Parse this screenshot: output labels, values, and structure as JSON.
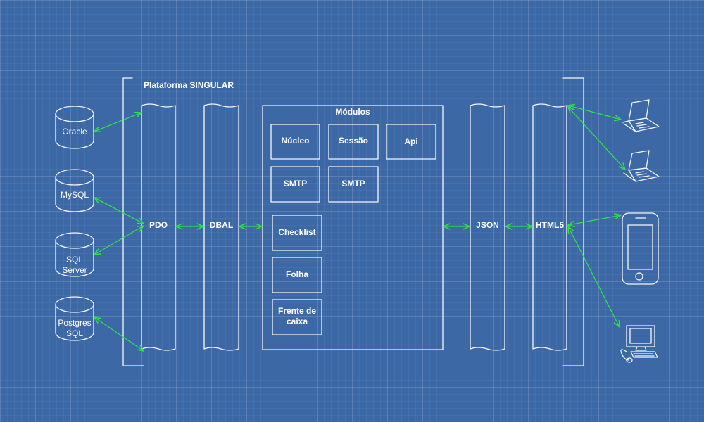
{
  "platform": {
    "title": "Plataforma SINGULAR"
  },
  "databases": [
    {
      "label": "Oracle"
    },
    {
      "label": "MySQL"
    },
    {
      "label": "SQL\nServer"
    },
    {
      "label": "Postgres\nSQL"
    }
  ],
  "layers": {
    "pdo": "PDO",
    "dbal": "DBAL",
    "json": "JSON",
    "html5": "HTML5"
  },
  "modules": {
    "title": "Módulos",
    "items": [
      "Núcleo",
      "Sessão",
      "Api",
      "SMTP",
      "SMTP",
      "Checklist",
      "Folha",
      "Frente de\ncaixa"
    ]
  },
  "clients": [
    {
      "icon": "laptop-icon"
    },
    {
      "icon": "laptop-icon"
    },
    {
      "icon": "smartphone-icon"
    },
    {
      "icon": "desktop-computer-icon"
    }
  ],
  "colors": {
    "background": "#3d68a6",
    "line": "#f4f7fb",
    "arrow": "#2fe04a"
  }
}
